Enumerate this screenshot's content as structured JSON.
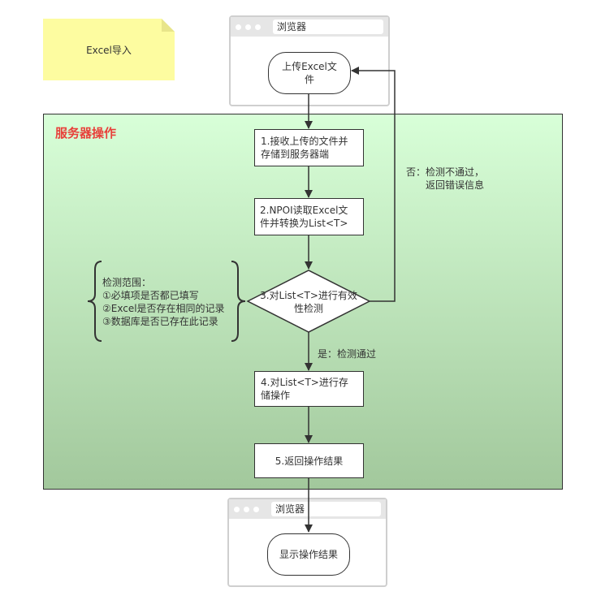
{
  "note": {
    "text": "Excel导入"
  },
  "browser_top": {
    "title": "浏览器"
  },
  "browser_bottom": {
    "title": "浏览器"
  },
  "upload_node": {
    "line1": "上传Excel文",
    "line2": "件"
  },
  "server": {
    "title": "服务器操作"
  },
  "steps": {
    "step1": {
      "line1": "1.接收上传的文件并",
      "line2": "存储到服务器端"
    },
    "step2": {
      "line1": "2.NPOI读取Excel文",
      "line2": "件并转换为List<T>"
    },
    "step3": {
      "line1": "3.对List<T>进行有效",
      "line2": "性检测"
    },
    "step4": {
      "line1": "4.对List<T>进行存",
      "line2": "储操作"
    },
    "step5": {
      "text": "5.返回操作结果"
    }
  },
  "no_label": {
    "line1": "否：检测不通过，",
    "line2": "返回错误信息"
  },
  "yes_label": {
    "text": "是：检测通过"
  },
  "check_scope": {
    "title": "检测范围：",
    "items": [
      "①必填项是否都已填写",
      "②Excel是否存在相同的记录",
      "③数据库是否已存在此记录"
    ]
  },
  "result_node": {
    "text": "显示操作结果"
  }
}
